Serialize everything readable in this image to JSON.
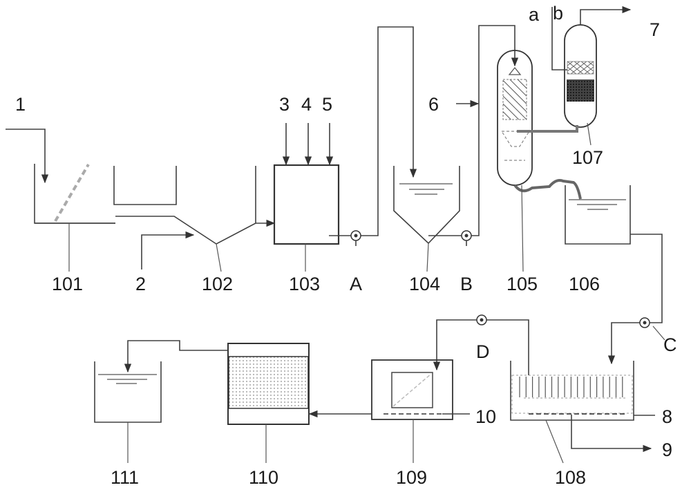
{
  "diagram": {
    "inlet_labels": {
      "l1": "1",
      "l2": "2",
      "l3": "3",
      "l4": "4",
      "l5": "5",
      "l6": "6",
      "l7": "7",
      "l8": "8",
      "l9": "9",
      "l10": "10"
    },
    "unit_labels": {
      "u101": "101",
      "u102": "102",
      "u103": "103",
      "u104": "104",
      "u105": "105",
      "u106": "106",
      "u107": "107",
      "u108": "108",
      "u109": "109",
      "u110": "110",
      "u111": "111"
    },
    "pump_labels": {
      "pA": "A",
      "pB": "B",
      "pC": "C",
      "pD": "D"
    },
    "port_labels": {
      "pa": "a",
      "pb": "b"
    },
    "colors": {
      "line": "#404040",
      "hatch": "#555555",
      "packing": "#222222",
      "dashed": "#888888"
    }
  }
}
